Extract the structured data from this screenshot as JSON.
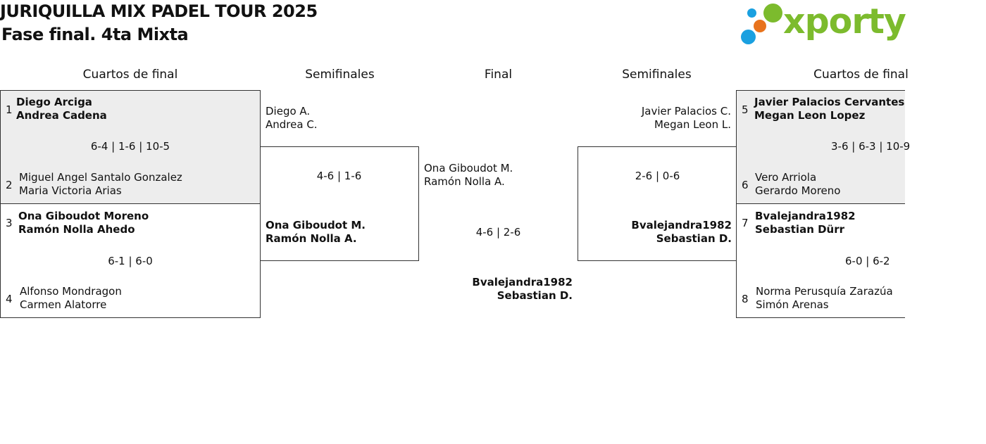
{
  "header": {
    "title": "JURIQUILLA MIX PADEL TOUR 2025",
    "subtitle": "Fase final. 4ta Mixta",
    "logo_text": "xporty"
  },
  "columns": {
    "qf_left": "Cuartos de final",
    "sf_left": "Semifinales",
    "final": "Final",
    "sf_right": "Semifinales",
    "qf_right": "Cuartos de final"
  },
  "quarterfinals": [
    {
      "seed_a": "1",
      "a1": "Diego Arciga",
      "a2": "Andrea Cadena",
      "score": "6-4 | 1-6 | 10-5",
      "seed_b": "2",
      "b1": "Miguel Angel Santalo Gonzalez",
      "b2": "Maria Victoria Arias"
    },
    {
      "seed_a": "3",
      "a1": "Ona Giboudot Moreno",
      "a2": "Ramón Nolla Ahedo",
      "score": "6-1 | 6-0",
      "seed_b": "4",
      "b1": "Alfonso Mondragon",
      "b2": "Carmen Alatorre"
    },
    {
      "seed_a": "5",
      "a1": "Javier Palacios Cervantes",
      "a2": "Megan Leon Lopez",
      "score": "3-6 | 6-3 | 10-9",
      "seed_b": "6",
      "b1": "Vero Arriola",
      "b2": "Gerardo Moreno"
    },
    {
      "seed_a": "7",
      "a1": "Bvalejandra1982",
      "a2": "Sebastian Dürr",
      "score": "6-0 | 6-2",
      "seed_b": "8",
      "b1": "Norma Perusquía Zarazúa",
      "b2": "Simón Arenas"
    }
  ],
  "semifinals": [
    {
      "a1": "Diego A.",
      "a2": "Andrea C.",
      "score": "4-6 | 1-6",
      "b1": "Ona Giboudot M.",
      "b2": "Ramón Nolla A."
    },
    {
      "a1": "Javier Palacios C.",
      "a2": "Megan Leon L.",
      "score": "2-6 | 0-6",
      "b1": "Bvalejandra1982",
      "b2": "Sebastian D."
    }
  ],
  "final": {
    "a1": "Ona Giboudot M.",
    "a2": "Ramón Nolla A.",
    "score": "4-6 | 2-6",
    "b1": "Bvalejandra1982",
    "b2": "Sebastian D."
  },
  "colors": {
    "accent": "#7cbb2d",
    "dot_blue": "#1aa0e0",
    "dot_orange": "#e8731c",
    "dot_green": "#7cbb2d",
    "match_bg": "#ededed"
  }
}
